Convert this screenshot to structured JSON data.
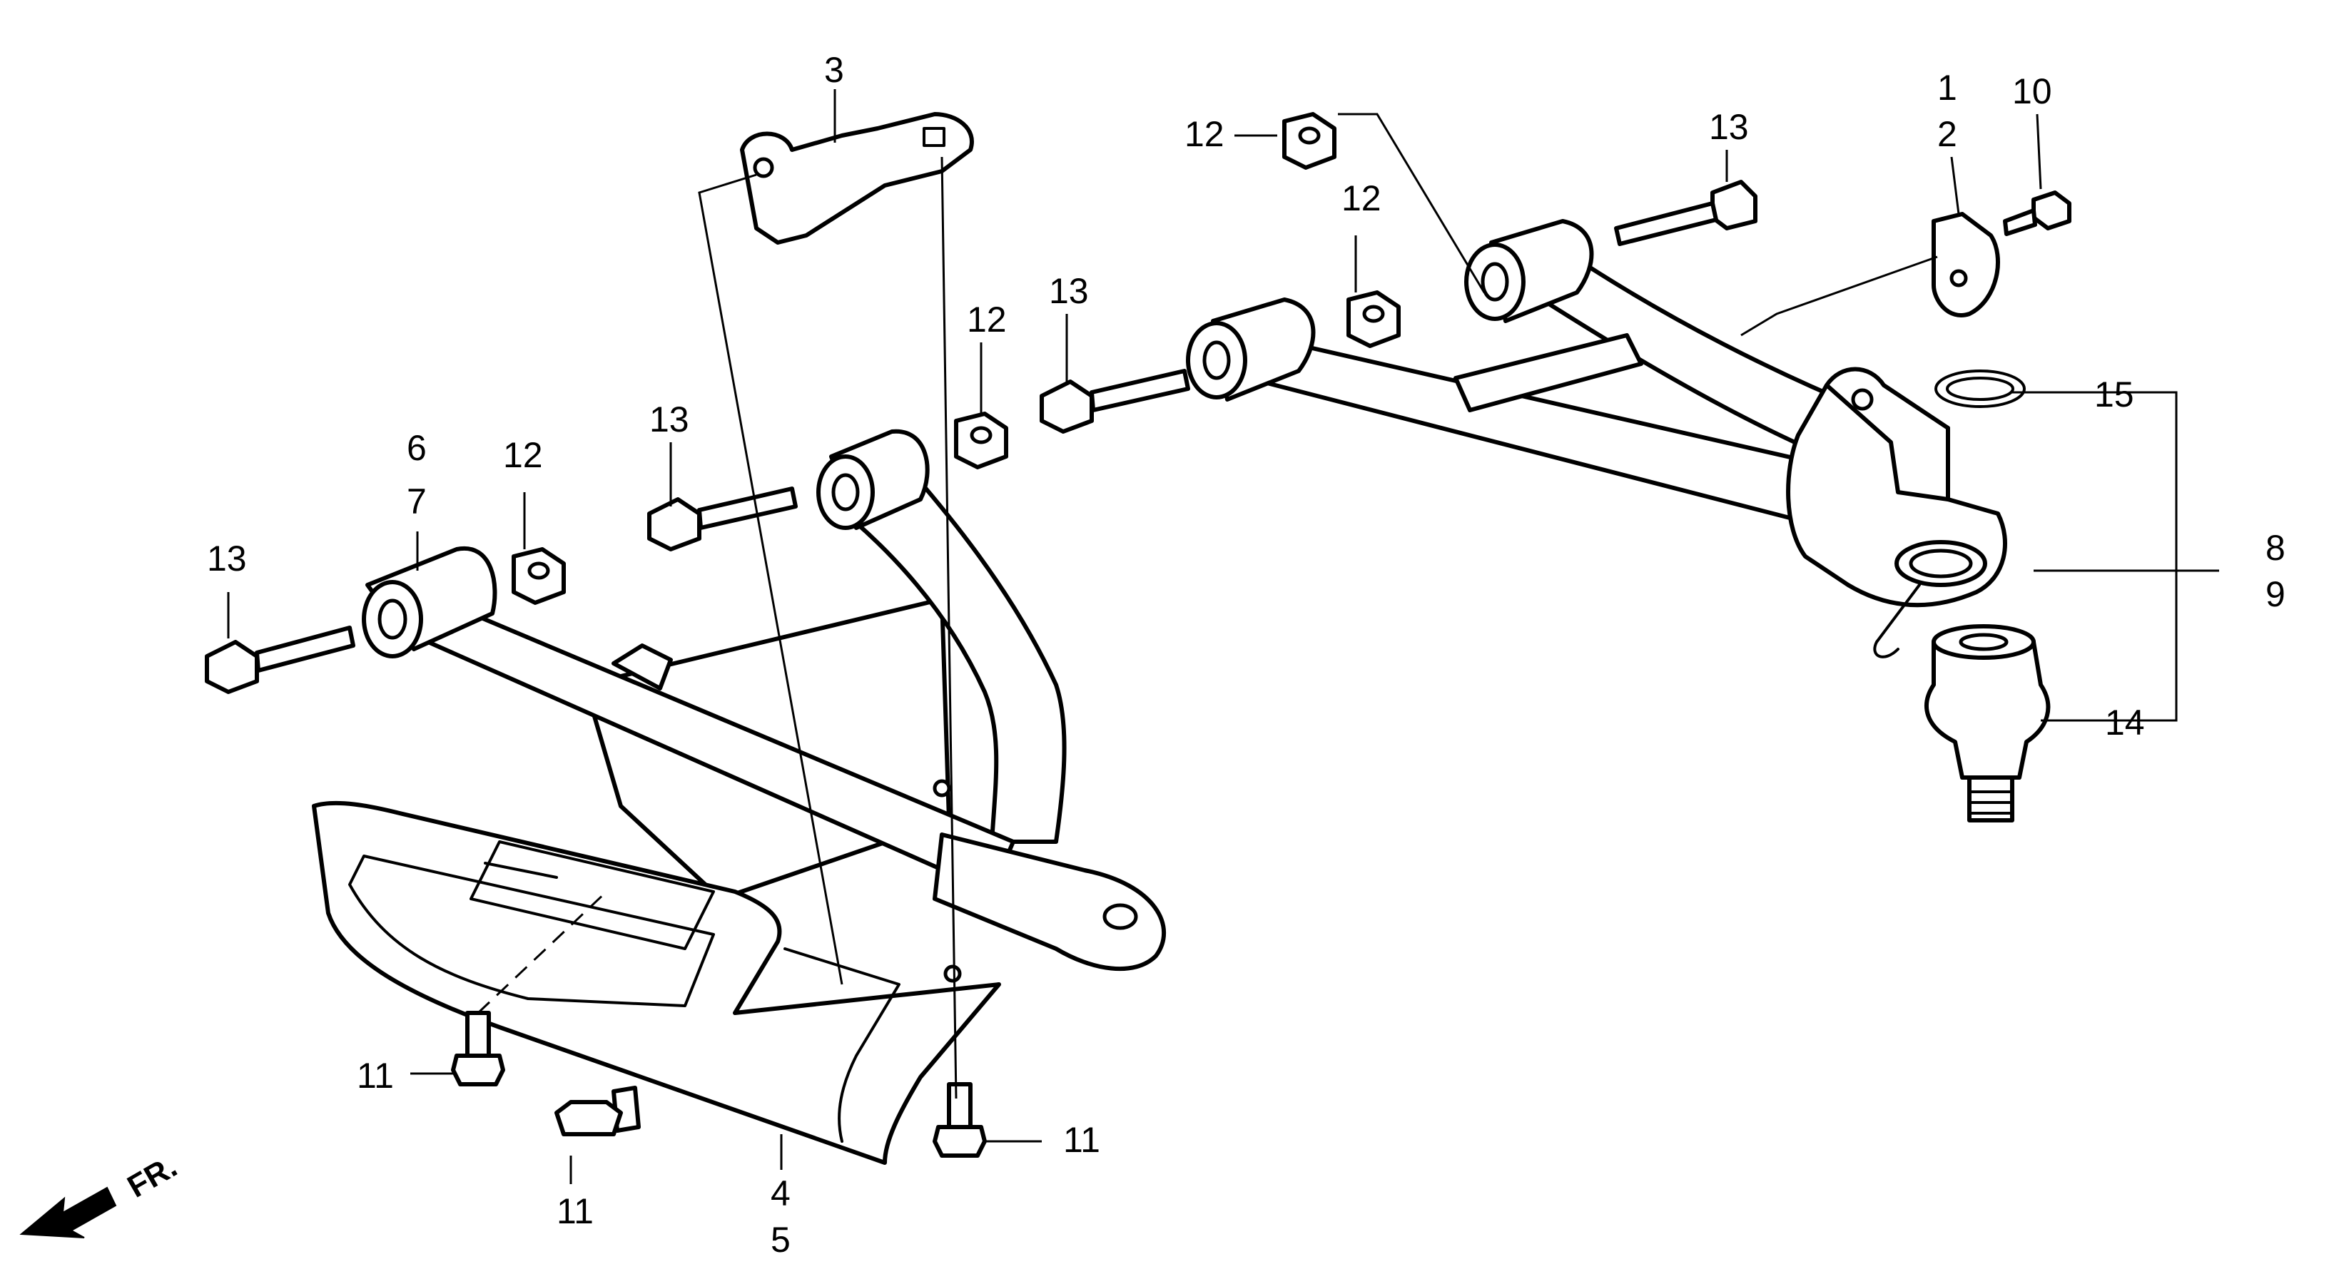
{
  "callouts": [
    {
      "id": "c1",
      "label": "1"
    },
    {
      "id": "c2",
      "label": "2"
    },
    {
      "id": "c3",
      "label": "3"
    },
    {
      "id": "c4",
      "label": "4"
    },
    {
      "id": "c5",
      "label": "5"
    },
    {
      "id": "c6",
      "label": "6"
    },
    {
      "id": "c7",
      "label": "7"
    },
    {
      "id": "c8",
      "label": "8"
    },
    {
      "id": "c9",
      "label": "9"
    },
    {
      "id": "c10",
      "label": "10"
    },
    {
      "id": "c11a",
      "label": "11"
    },
    {
      "id": "c11b",
      "label": "11"
    },
    {
      "id": "c11c",
      "label": "11"
    },
    {
      "id": "c12a",
      "label": "12"
    },
    {
      "id": "c12b",
      "label": "12"
    },
    {
      "id": "c12c",
      "label": "12"
    },
    {
      "id": "c12d",
      "label": "12"
    },
    {
      "id": "c13a",
      "label": "13"
    },
    {
      "id": "c13b",
      "label": "13"
    },
    {
      "id": "c13c",
      "label": "13"
    },
    {
      "id": "c13d",
      "label": "13"
    },
    {
      "id": "c14",
      "label": "14"
    },
    {
      "id": "c15",
      "label": "15"
    }
  ],
  "front_indicator": {
    "label": "FR."
  }
}
